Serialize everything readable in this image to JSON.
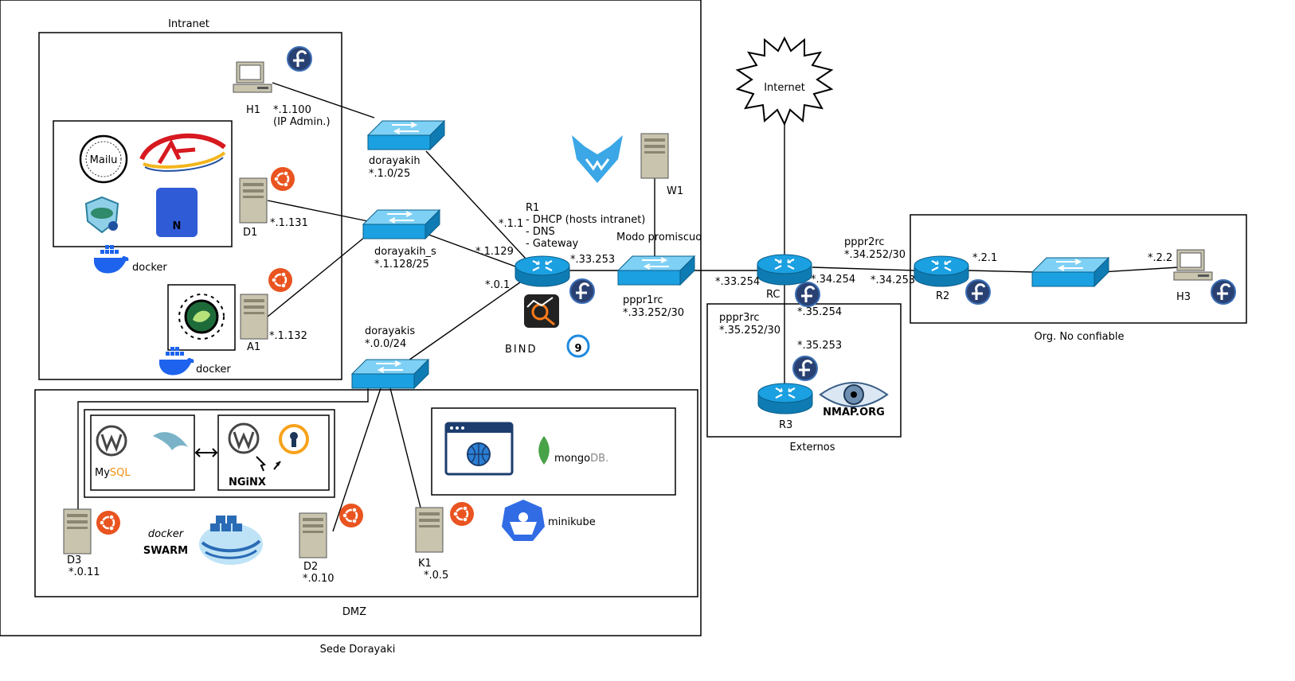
{
  "zones": {
    "sede": "Sede Dorayaki",
    "intranet": "Intranet",
    "dmz": "DMZ",
    "externos": "Externos",
    "org_no_confiable": "Org. No confiable"
  },
  "cloud": {
    "label": "Internet"
  },
  "hosts": {
    "h1": {
      "name": "H1",
      "ip": "*.1.100",
      "note": "(IP Admin.)"
    },
    "d1": {
      "name": "D1",
      "ip": "*.1.131"
    },
    "a1": {
      "name": "A1",
      "ip": "*.1.132"
    },
    "w1": {
      "name": "W1"
    },
    "d3": {
      "name": "D3",
      "ip": "*.0.11"
    },
    "d2": {
      "name": "D2",
      "ip": "*.0.10"
    },
    "k1": {
      "name": "K1",
      "ip": "*.0.5"
    },
    "h3": {
      "name": "H3",
      "ip": "*.2.2"
    }
  },
  "switches": {
    "dorayakih": {
      "name": "dorayakih",
      "net": "*.1.0/25"
    },
    "dorayakih_s": {
      "name": "dorayakih_s",
      "net": "*.1.128/25"
    },
    "dorayakis": {
      "name": "dorayakis",
      "net": "*.0.0/24"
    },
    "pppr1rc": {
      "name": "pppr1rc",
      "net": "*.33.252/30",
      "note": "Modo promiscuo"
    }
  },
  "routers": {
    "r1": {
      "name": "R1",
      "services": [
        "- DHCP (hosts intranet)",
        "- DNS",
        "- Gateway"
      ],
      "ip_h": "*.1.1",
      "ip_hs": "*.1.129",
      "ip_s": "*.0.1",
      "ip_ppp": "*.33.253"
    },
    "rc": {
      "name": "RC",
      "ip_ppp1": "*.33.254",
      "ip_ppp2": "*.34.254",
      "ip_ppp3": "*.35.254"
    },
    "r2": {
      "name": "R2",
      "ip_ppp2": "*.34.253",
      "ip_lan": "*.2.1"
    },
    "r3": {
      "name": "R3",
      "ip_ppp3": "*.35.253"
    }
  },
  "links": {
    "pppr2rc": {
      "name": "pppr2rc",
      "net": "*.34.252/30"
    },
    "pppr3rc": {
      "name": "pppr3rc",
      "net": "*.35.252/30"
    }
  },
  "logos": {
    "docker": "docker",
    "mailu": "Mailu",
    "bind": "BIND",
    "bind_nine": "9",
    "mysql_my": "My",
    "mysql_sql": "SQL",
    "nginx": "NGiNX",
    "mongodb_main": "mongo",
    "mongodb_db": "DB.",
    "minikube": "minikube",
    "swarm": "SWARM",
    "swarm_docker": "docker",
    "nmap": "NMAP.ORG",
    "n_letter": "N"
  },
  "colors": {
    "switch_fill": "#1ba0e1",
    "router_fill": "#1ba0e1",
    "server_fill": "#c8c4ae",
    "fedora": "#294172",
    "ubuntu": "#e95420",
    "docker": "#1d63ed",
    "nginx": "#009639",
    "mysql": "#00758f"
  }
}
